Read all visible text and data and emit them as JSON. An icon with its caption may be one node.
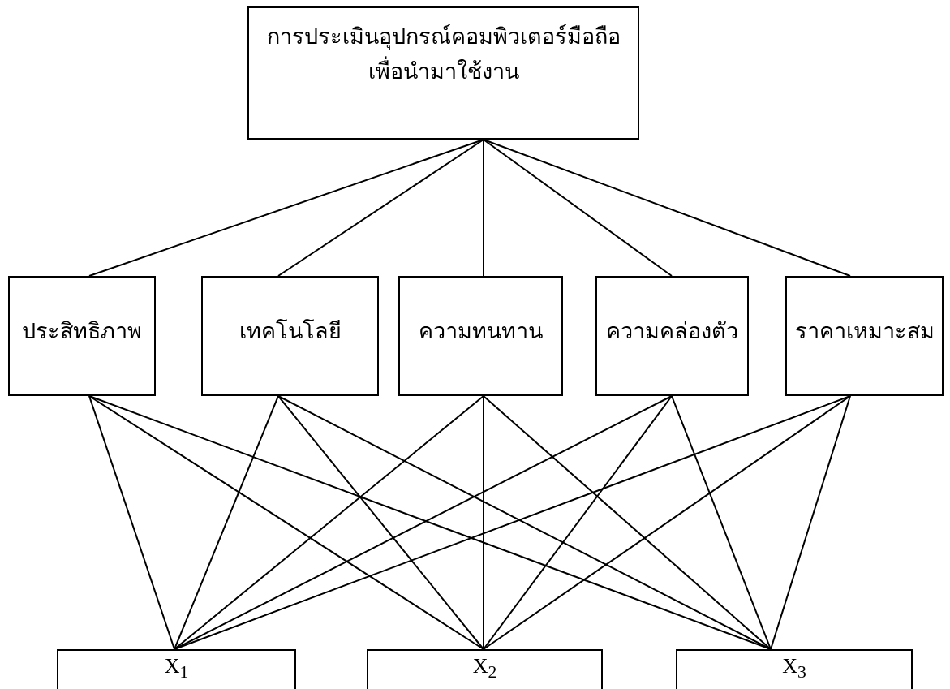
{
  "diagram": {
    "nodes": [
      {
        "text": [
          "การประเมินอุปกรณ์คอมพิวเตอร์มือถือ เพื่อนำมาใช้งาน"
        ]
      },
      {
        "text": [
          "ประสิทธิภาพ"
        ]
      },
      {
        "text": [
          "เทคโนโลยี"
        ]
      },
      {
        "text": [
          "ความทนทาน"
        ]
      },
      {
        "text": [
          "ความคล่องตัว"
        ]
      },
      {
        "text": [
          "ราคาเหมาะสม"
        ]
      },
      {
        "text": [
          "X$_{1}$"
        ]
      },
      {
        "text": [
          "X$_{2}$"
        ]
      },
      {
        "text": [
          "X$_{3}$"
        ]
      }
    ],
    "edges": [
      {
        "from": 0,
        "to": 1,
        "arrow": "none"
      },
      {
        "from": 0,
        "to": 2,
        "arrow": "none"
      },
      {
        "from": 0,
        "to": 3,
        "arrow": "none"
      },
      {
        "from": 0,
        "to": 4,
        "arrow": "none"
      },
      {
        "from": 0,
        "to": 5,
        "arrow": "none"
      },
      {
        "from": 1,
        "to": 6,
        "arrow": "none"
      },
      {
        "from": 1,
        "to": 7,
        "arrow": "none"
      },
      {
        "from": 1,
        "to": 8,
        "arrow": "none"
      },
      {
        "from": 2,
        "to": 6,
        "arrow": "none"
      },
      {
        "from": 2,
        "to": 7,
        "arrow": "none"
      },
      {
        "from": 2,
        "to": 8,
        "arrow": "none"
      },
      {
        "from": 3,
        "to": 6,
        "arrow": "none"
      },
      {
        "from": 3,
        "to": 7,
        "arrow": "none"
      },
      {
        "from": 3,
        "to": 8,
        "arrow": "none"
      },
      {
        "from": 4,
        "to": 6,
        "arrow": "none"
      },
      {
        "from": 4,
        "to": 7,
        "arrow": "none"
      },
      {
        "from": 4,
        "to": 8,
        "arrow": "none"
      },
      {
        "from": 5,
        "to": 6,
        "arrow": "none"
      },
      {
        "from": 5,
        "to": 7,
        "arrow": "none"
      },
      {
        "from": 5,
        "to": 8,
        "arrow": "none"
      }
    ]
  }
}
